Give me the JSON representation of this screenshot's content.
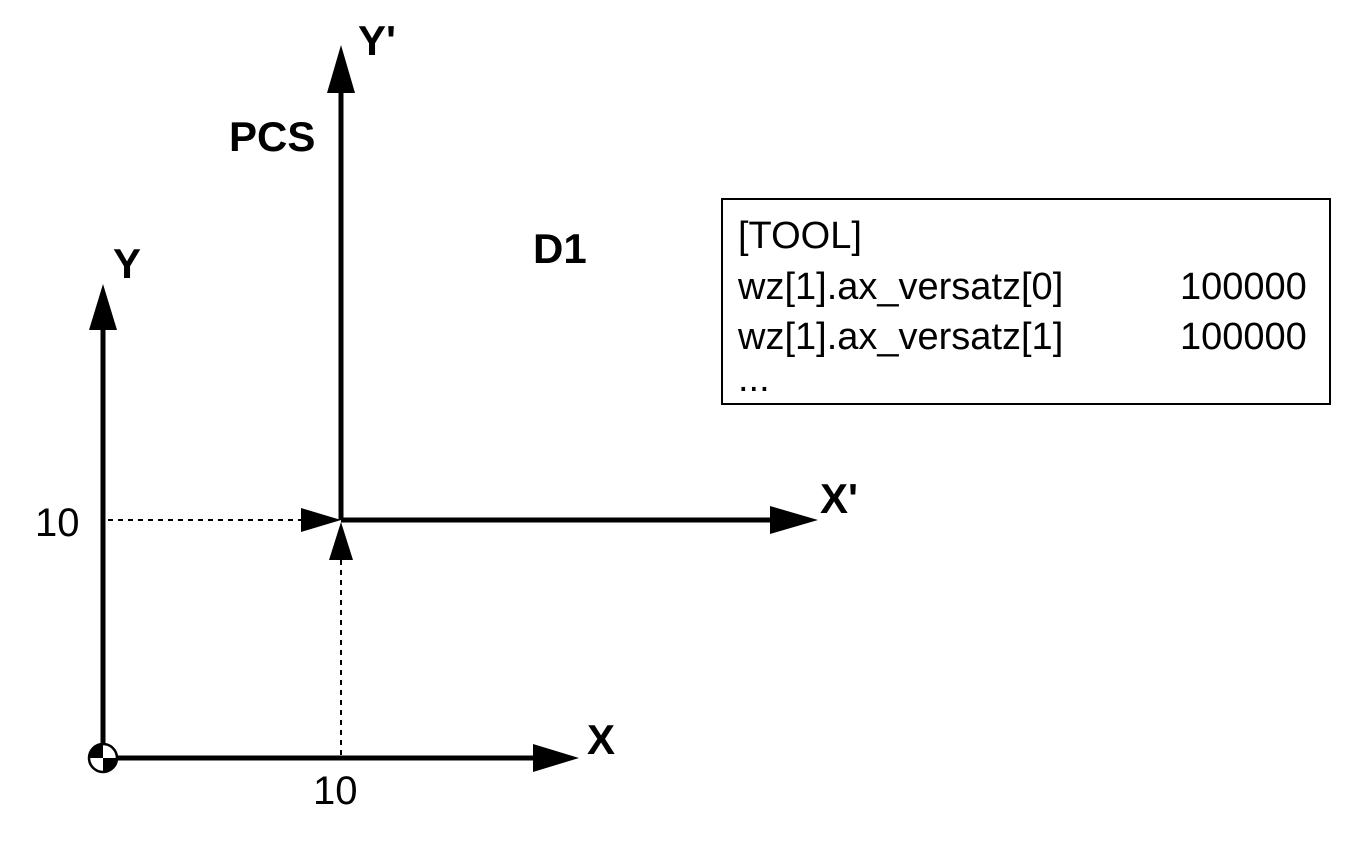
{
  "labels": {
    "y_prime": "Y'",
    "pcs": "PCS",
    "d1": "D1",
    "y": "Y",
    "x_prime": "X'",
    "x": "X",
    "tick_y": "10",
    "tick_x": "10"
  },
  "tool_box": {
    "header": "[TOOL]",
    "rows": [
      {
        "param": "wz[1].ax_versatz[0]",
        "value": "100000"
      },
      {
        "param": "wz[1].ax_versatz[1]",
        "value": "100000"
      }
    ],
    "ellipsis": "..."
  },
  "colors": {
    "line": "#000000",
    "background": "#ffffff"
  }
}
